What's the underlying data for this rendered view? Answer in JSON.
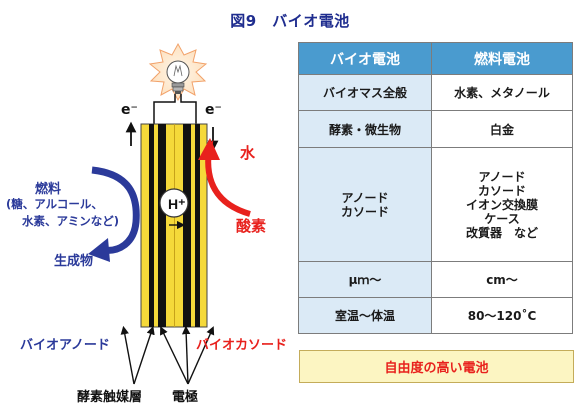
{
  "title": "図9　バイオ電池",
  "diagram": {
    "electron_left": "e⁻",
    "electron_right": "e⁻",
    "water": "水",
    "oxygen": "酸素",
    "fuel_title": "燃料",
    "fuel_detail_1": "(糖、アルコール、",
    "fuel_detail_2": "水素、アミンなど)",
    "product": "生成物",
    "proton": "H⁺",
    "bio_anode": "バイオアノード",
    "bio_cathode": "バイオカソード",
    "catalyst_layer": "酵素触媒層",
    "electrode": "電極"
  },
  "table": {
    "headers": [
      "バイオ電池",
      "燃料電池"
    ],
    "rows": [
      [
        "バイオマス全般",
        "水素、メタノール"
      ],
      [
        "酵素・微生物",
        "白金"
      ],
      [
        "アノード\nカソード",
        "アノード\nカソード\nイオン交換膜\nケース\n改質器　など"
      ],
      [
        "μｍ～",
        "cm～"
      ],
      [
        "室温～体温",
        "80～120˚C"
      ]
    ]
  },
  "footer": "自由度の高い電池",
  "colors": {
    "header_bg": "#4a9bcf",
    "left_col_bg": "#dbeaf6",
    "footer_bg": "#fcf5c2",
    "blue_text": "#2b3a9a",
    "red_text": "#e8211d",
    "electrode_yellow": "#f5d93a"
  }
}
